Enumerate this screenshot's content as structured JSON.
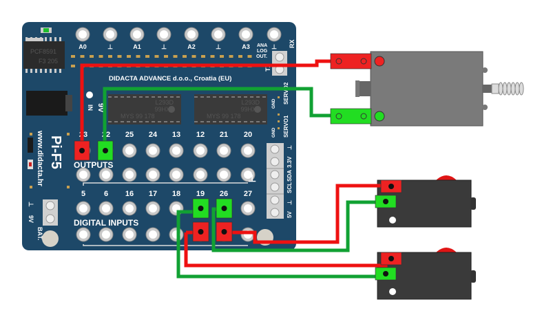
{
  "board": {
    "name": "Pi-F5",
    "url": "www.didacta.hr",
    "maker": "DIDACTA  ADVANCE d.o.o., Croatia (EU)",
    "adc_chip": {
      "line1": "PCF8591",
      "line2": "F3 205"
    },
    "driver_chips": [
      {
        "line1": "L293D",
        "line2": "99HXL",
        "line3": "MYS  99 178"
      },
      {
        "line1": "L293D",
        "line2": "99HXL",
        "line3": "MYS  99 178"
      }
    ],
    "analog_labels": [
      "A0",
      "⊥",
      "A1",
      "⊥",
      "A2",
      "⊥",
      "A3",
      "⊥"
    ],
    "analog_out": {
      "ana": "ANA",
      "log": "LOG",
      "out": "OUT."
    },
    "rx_label": "RX",
    "tx_label": "TX",
    "power_in_label": "IN",
    "power_v_label": "9V",
    "outputs_title": "OUTPUTS",
    "output_pins": [
      "23",
      "22",
      "25",
      "24",
      "13",
      "12",
      "21",
      "20"
    ],
    "inputs_title": "DIGITAL INPUTS",
    "input_pins": [
      "5",
      "6",
      "16",
      "17",
      "18",
      "19",
      "26",
      "27"
    ],
    "gnd_symbol": "⊥",
    "servo_labels": {
      "servo2": "SERVO2",
      "servo1": "SERVO1",
      "gnd": "GND"
    },
    "terminal_labels": [
      "⊥",
      "3.3V",
      "SCL",
      "SDA",
      "⊥",
      "5V"
    ],
    "battery": {
      "gnd": "⊥",
      "v": "9V",
      "bat": "BAT."
    }
  },
  "wires": {
    "red_color": "#ee1111",
    "green_color": "#11a133",
    "connector_red": "#ee2222",
    "connector_green": "#22dd22"
  },
  "components": {
    "solenoid": "solenoid-actuator",
    "switch_top": "rocker-switch-1",
    "switch_bottom": "rocker-switch-2"
  }
}
